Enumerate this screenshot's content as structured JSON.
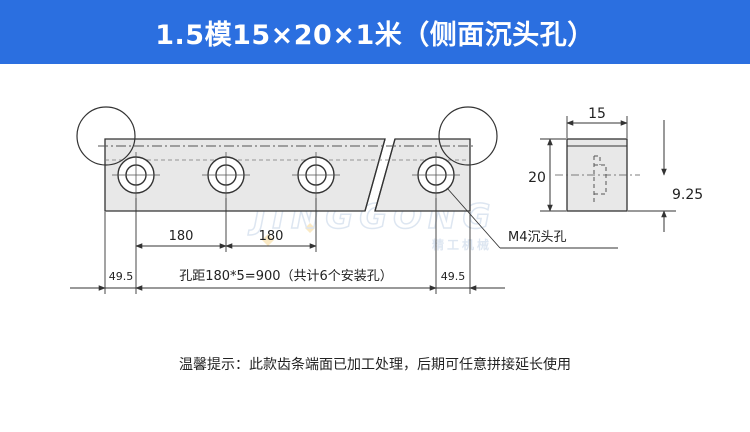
{
  "header": {
    "title": "1.5模15×20×1米（侧面沉头孔）",
    "background_color": "#2b6fe0",
    "text_color": "#ffffff"
  },
  "drawing": {
    "dim_spacing_a": "180",
    "dim_spacing_b": "180",
    "dim_total": "孔距180*5=900（共计6个安装孔）",
    "dim_left_end": "49.5",
    "dim_right_end": "49.5",
    "hole_callout": "M4沉头孔",
    "dim_width": "15",
    "dim_height": "20",
    "dim_hole_height": "9.25",
    "watermark_latin": "JINGGONG",
    "watermark_cjk": "精工机械",
    "line_color": "#333333",
    "part_fill": "#e8e8e8"
  },
  "footer": {
    "note": "温馨提示：此款齿条端面已加工处理，后期可任意拼接延长使用"
  }
}
